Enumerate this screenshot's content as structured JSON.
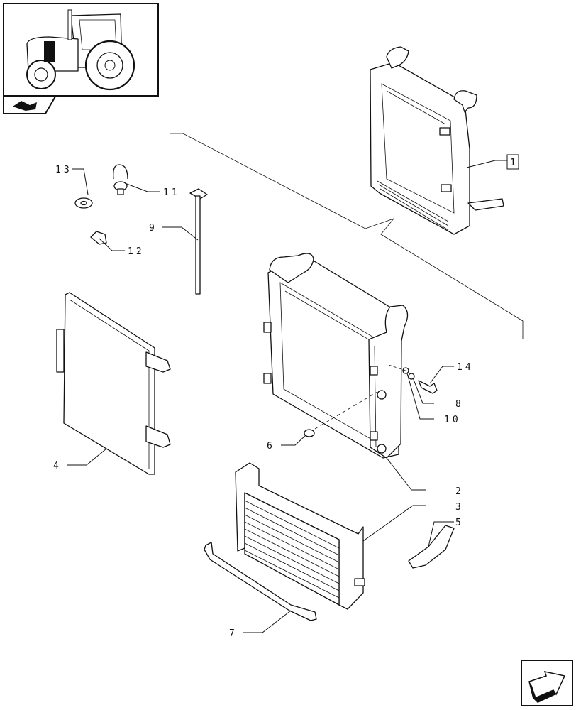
{
  "diagram": {
    "group_label": "1",
    "callouts": [
      "2",
      "3",
      "4",
      "5",
      "6",
      "7",
      "8",
      "9",
      "10",
      "11",
      "12",
      "13",
      "14"
    ]
  },
  "icons": {
    "thumbnail": "tractor-thumbnail-icon",
    "section": "section-book-icon",
    "nav": "next-page-arrow-icon"
  }
}
